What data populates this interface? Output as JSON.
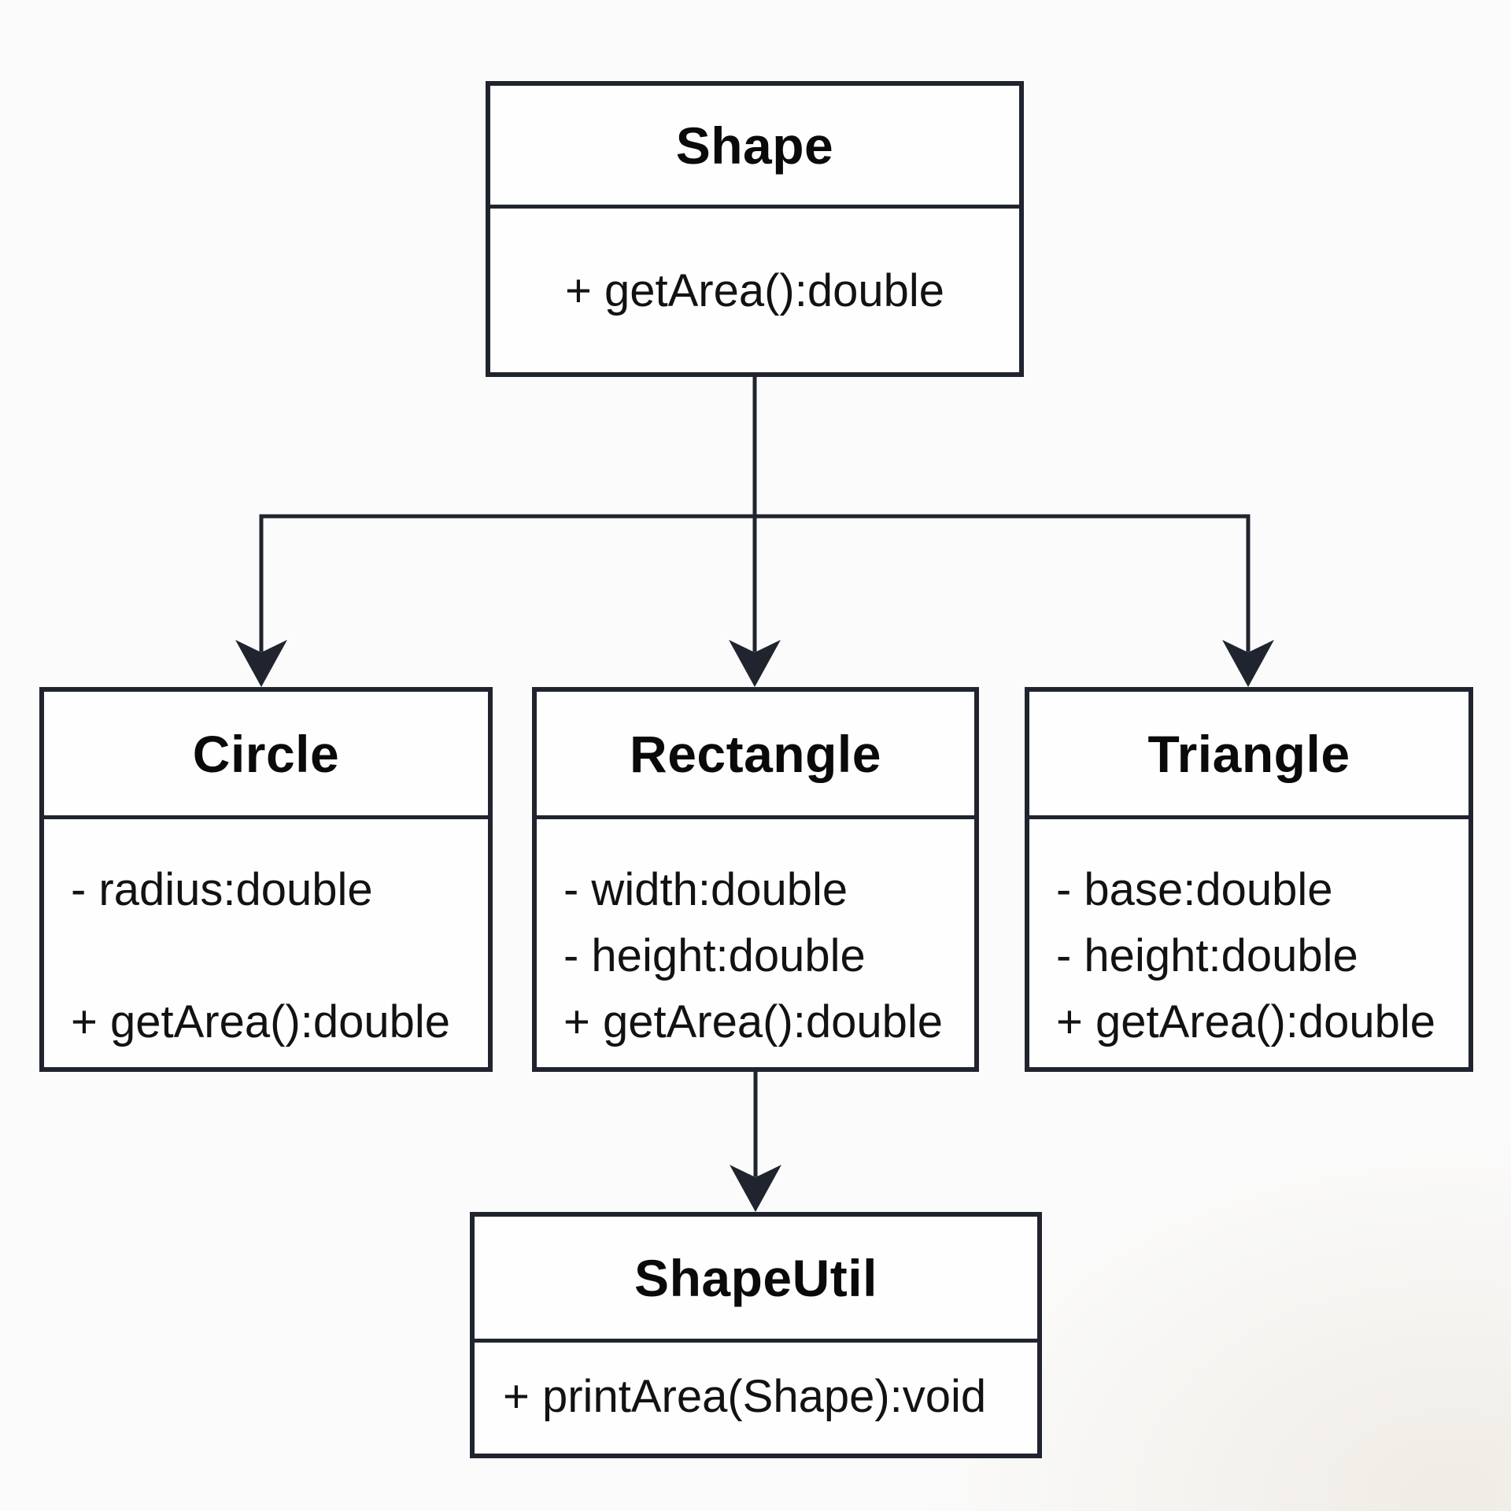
{
  "diagram": {
    "kind": "uml-class-diagram",
    "classes": {
      "shape": {
        "name": "Shape",
        "rows": [
          "+ getArea():double"
        ]
      },
      "circle": {
        "name": "Circle",
        "rows": [
          "- radius:double",
          "",
          "+ getArea():double"
        ]
      },
      "rectangle": {
        "name": "Rectangle",
        "rows": [
          "- width:double",
          "- height:double",
          "+ getArea():double"
        ]
      },
      "triangle": {
        "name": "Triangle",
        "rows": [
          "- base:double",
          "- height:double",
          "+ getArea():double"
        ]
      },
      "shapeutil": {
        "name": "ShapeUtil",
        "rows": [
          "+ printArea(Shape):void"
        ]
      }
    },
    "relationships": [
      {
        "from": "Shape",
        "to": "Circle",
        "style": "solid-filled-arrow"
      },
      {
        "from": "Shape",
        "to": "Rectangle",
        "style": "solid-filled-arrow"
      },
      {
        "from": "Shape",
        "to": "Triangle",
        "style": "solid-filled-arrow"
      },
      {
        "from": "Rectangle",
        "to": "ShapeUtil",
        "style": "solid-filled-arrow"
      }
    ],
    "colors": {
      "line": "#20242e",
      "background": "#fbfbfb",
      "box_fill": "#fefefe",
      "text": "#121212"
    }
  }
}
